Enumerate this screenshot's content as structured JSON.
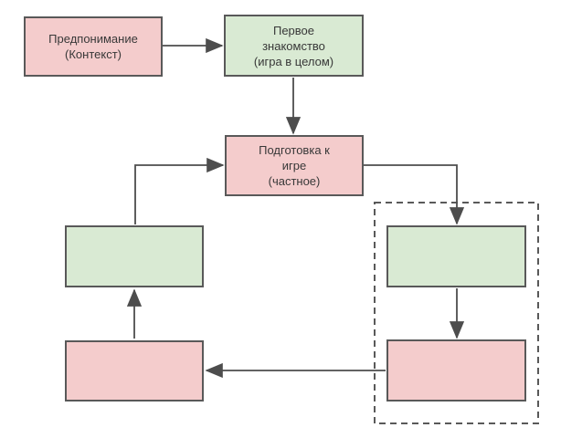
{
  "diagram": {
    "description": "Flowchart of game comprehension stages (hermeneutic circle), Russian labels",
    "background": "#ffffff",
    "colors": {
      "pink_fill": "#f4cccc",
      "green_fill": "#d9ead3",
      "node_border": "#595959",
      "connector": "#4d4d4d",
      "text": "#383838",
      "dashed_frame": "#595959"
    },
    "nodes": {
      "precontext": {
        "label": "Предпонимание\n(Контекст)",
        "fill": "#f4cccc"
      },
      "first": {
        "label": "Первое\nзнакомство\n(игра в целом)",
        "fill": "#d9ead3"
      },
      "preparation": {
        "label": "Подготовка к\nигре\n(частное)",
        "fill": "#f4cccc"
      },
      "left_green": {
        "label": "",
        "fill": "#d9ead3"
      },
      "left_pink": {
        "label": "",
        "fill": "#f4cccc"
      },
      "right_green": {
        "label": "",
        "fill": "#d9ead3"
      },
      "right_pink": {
        "label": "",
        "fill": "#f4cccc"
      }
    },
    "edges": [
      {
        "from": "precontext",
        "to": "first"
      },
      {
        "from": "first",
        "to": "preparation"
      },
      {
        "from": "preparation",
        "to": "right_green"
      },
      {
        "from": "right_green",
        "to": "right_pink"
      },
      {
        "from": "right_pink",
        "to": "left_pink"
      },
      {
        "from": "left_pink",
        "to": "left_green"
      },
      {
        "from": "left_green",
        "to": "preparation"
      }
    ],
    "groups": [
      {
        "id": "dashed_frame",
        "style": "dashed",
        "contains": [
          "right_green",
          "right_pink"
        ]
      }
    ]
  }
}
